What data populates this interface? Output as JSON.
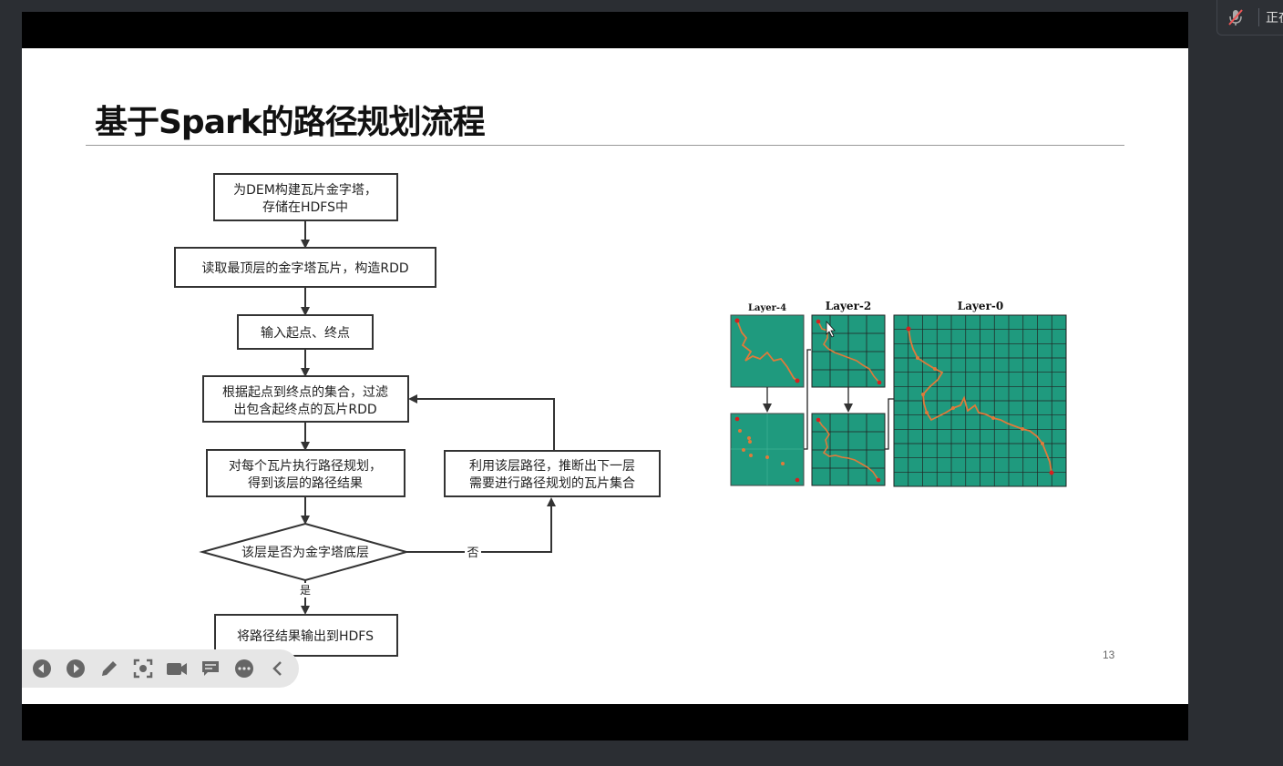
{
  "slide": {
    "title": "基于Spark的路径规划流程",
    "page_number": "13"
  },
  "flowchart": {
    "step1": [
      "为DEM构建瓦片金字塔，",
      "存储在HDFS中"
    ],
    "step2": "读取最顶层的金字塔瓦片，构造RDD",
    "step3": "输入起点、终点",
    "step4": [
      "根据起点到终点的集合，过滤",
      "出包含起终点的瓦片RDD"
    ],
    "step5": [
      "对每个瓦片执行路径规划，",
      "得到该层的路径结果"
    ],
    "step6": [
      "利用该层路径，推断出下一层",
      "需要进行路径规划的瓦片集合"
    ],
    "decision": "该层是否为金字塔底层",
    "yes_label": "是",
    "no_label": "否",
    "step_final": "将路径结果输出到HDFS"
  },
  "pyramid_figure": {
    "layer_labels": [
      "Layer-4",
      "Layer-2",
      "Layer-0"
    ],
    "tile_color": "#1f9a7e",
    "path_color": "#e07a3a",
    "endpoint_color": "#d62020"
  },
  "presentation_toolbar": {
    "buttons": [
      "previous-icon",
      "next-icon",
      "pen-icon",
      "screenshot-icon",
      "camera-icon",
      "comment-icon",
      "more-icon",
      "collapse-icon"
    ]
  },
  "meeting": {
    "mic_state": "muted",
    "status_text": "正在"
  }
}
